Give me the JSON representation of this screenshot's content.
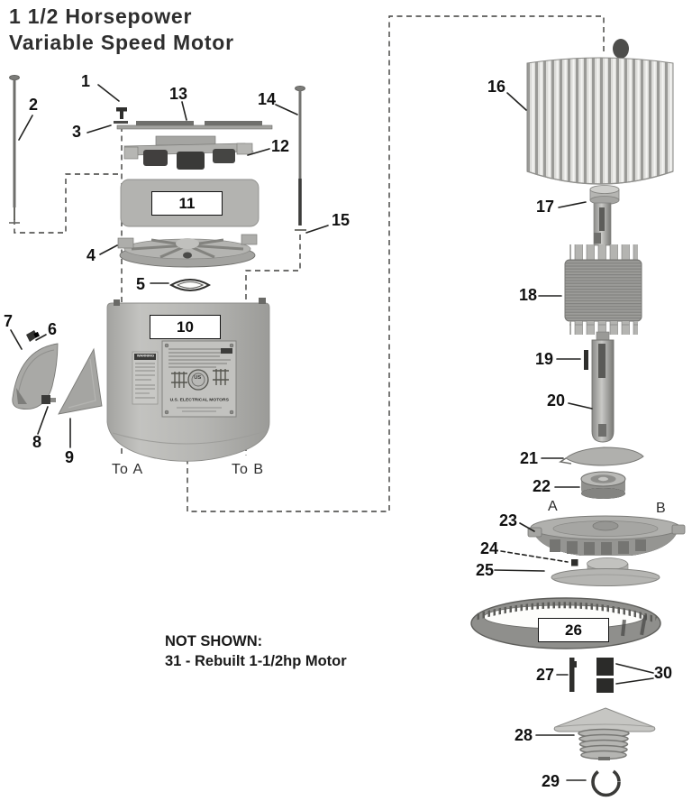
{
  "title": {
    "line1": "1 1/2 Horsepower",
    "line2": "Variable Speed Motor"
  },
  "not_shown": {
    "heading": "NOT SHOWN:",
    "item": "31 - Rebuilt 1-1/2hp Motor"
  },
  "markers": {
    "to_a": "To A",
    "to_b": "To B",
    "a": "A",
    "b": "B"
  },
  "boxed_labels": {
    "shroud_band": "11",
    "motor_housing": "10",
    "belt": "26"
  },
  "nameplate": {
    "warning_title": "WARNING",
    "brand": "U.S. ELECTRICAL MOTORS",
    "logo_text": "US"
  },
  "callouts": [
    {
      "num": "1",
      "part": "square-head-screw"
    },
    {
      "num": "2",
      "part": "through-bolt-left"
    },
    {
      "num": "3",
      "part": "screw-washer"
    },
    {
      "num": "4",
      "part": "impeller-fan"
    },
    {
      "num": "5",
      "part": "gasket"
    },
    {
      "num": "6",
      "part": "cover-screw-upper"
    },
    {
      "num": "7",
      "part": "quarter-cover"
    },
    {
      "num": "8",
      "part": "cover-screw-lower"
    },
    {
      "num": "9",
      "part": "triangular-cover"
    },
    {
      "num": "12",
      "part": "fan-clutch"
    },
    {
      "num": "13",
      "part": "top-cover-plate"
    },
    {
      "num": "14",
      "part": "through-bolt-right"
    },
    {
      "num": "15",
      "part": "bolt-end-nut"
    },
    {
      "num": "16",
      "part": "blower-wheel"
    },
    {
      "num": "17",
      "part": "shaft-hub-nut"
    },
    {
      "num": "18",
      "part": "rotor"
    },
    {
      "num": "19",
      "part": "shaft-key"
    },
    {
      "num": "20",
      "part": "motor-shaft"
    },
    {
      "num": "21",
      "part": "retainer-plate"
    },
    {
      "num": "22",
      "part": "bearing"
    },
    {
      "num": "23",
      "part": "pulley-flange"
    },
    {
      "num": "24",
      "part": "pulley-key"
    },
    {
      "num": "25",
      "part": "sliding-cone-pulley"
    },
    {
      "num": "27",
      "part": "pin-key"
    },
    {
      "num": "28",
      "part": "spring-cone-pulley"
    },
    {
      "num": "29",
      "part": "retaining-ring"
    },
    {
      "num": "30",
      "part": "brake-blocks"
    }
  ],
  "colors": {
    "background": "#ffffff",
    "label_text": "#111111",
    "leader_line": "#222222",
    "dashed_line": "#3e3e3c",
    "part_gray": "#b3b3b0",
    "dark_part": "#2f2f2d"
  }
}
